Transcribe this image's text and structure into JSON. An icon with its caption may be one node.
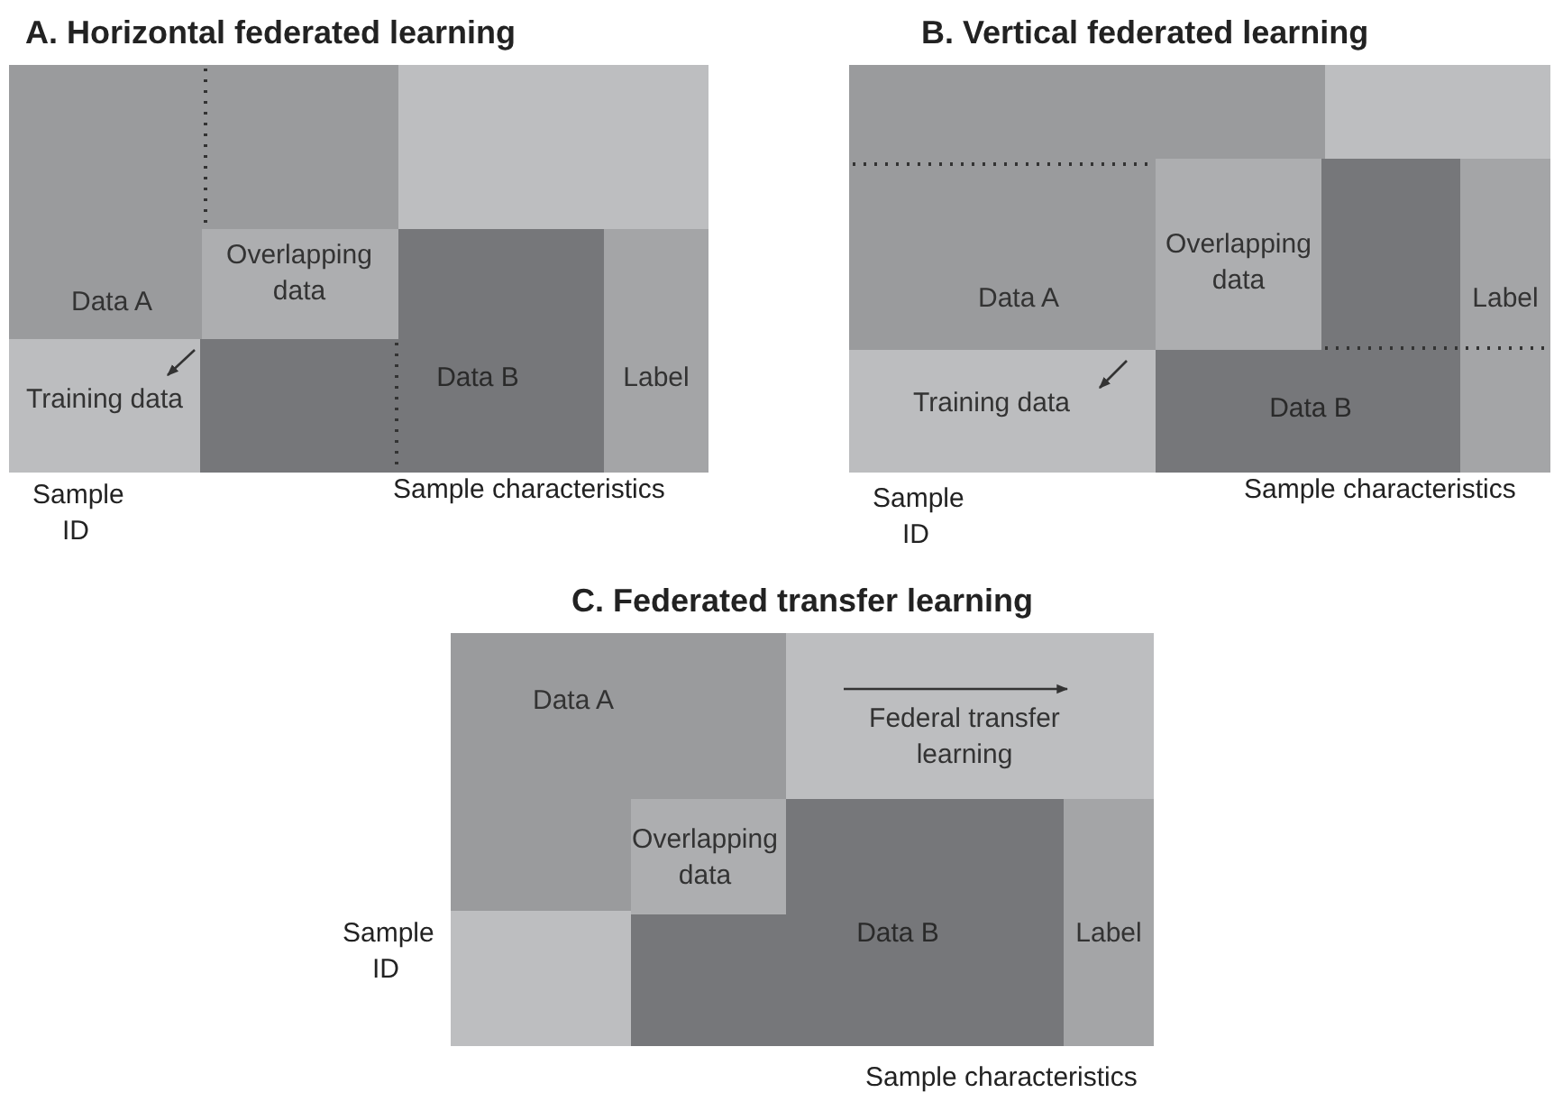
{
  "diagram": {
    "nodes": [
      {
        "text": [
          "A. Horizontal federated learning"
        ]
      },
      {
        "text": [
          "Data A"
        ],
        "in": 0
      },
      {
        "text": [],
        "shape": "box",
        "in": 0
      },
      {
        "text": [],
        "shape": "box",
        "in": 0
      },
      {
        "text": [
          "Overlapping data"
        ],
        "in": 0
      },
      {
        "text": [
          "Training data"
        ],
        "in": 0
      },
      {
        "text": [],
        "shape": "box",
        "in": 0
      },
      {
        "text": [
          "Data B"
        ],
        "in": 0
      },
      {
        "text": [
          "Label"
        ],
        "in": 0
      },
      {
        "text": [
          "B. Vertical federated learning"
        ]
      },
      {
        "text": [],
        "shape": "box",
        "in": 9
      },
      {
        "text": [],
        "shape": "box",
        "in": 9
      },
      {
        "text": [
          "Data A"
        ],
        "in": 9
      },
      {
        "text": [
          "Overlapping data"
        ],
        "in": 9
      },
      {
        "text": [],
        "shape": "box",
        "in": 9
      },
      {
        "text": [
          "Label"
        ],
        "in": 9
      },
      {
        "text": [
          "Training data"
        ],
        "in": 9
      },
      {
        "text": [
          "Data B"
        ],
        "in": 9
      },
      {
        "text": [
          "C. Federated transfer learning"
        ]
      },
      {
        "text": [
          "Data A"
        ],
        "in": 18
      },
      {
        "text": [
          "Federal transfer learning"
        ],
        "in": 18
      },
      {
        "text": [],
        "shape": "box",
        "in": 18
      },
      {
        "text": [
          "Overlapping data"
        ],
        "in": 18
      },
      {
        "text": [],
        "shape": "box",
        "in": 18
      },
      {
        "text": [],
        "shape": "box",
        "in": 18
      },
      {
        "text": [
          "Data B"
        ],
        "in": 18
      },
      {
        "text": [
          "Label"
        ],
        "in": 18
      }
    ],
    "labels": [
      "Sample ID",
      "Sample characteristics",
      "Sample ID",
      "Sample characteristics",
      "Sample ID",
      "Sample characteristics"
    ]
  }
}
